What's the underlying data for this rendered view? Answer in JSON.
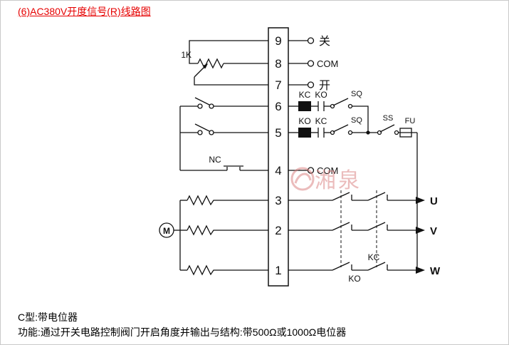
{
  "page": {
    "title": "(6)AC380V开度信号(R)线路图",
    "footer_line1": "C型:带电位器",
    "footer_line2": "功能:通过开关电路控制阀门开启角度并输出与结构:带500Ω或1000Ω电位器"
  },
  "colors": {
    "title_red": "#e60000",
    "watermark_pink": "#d97b7b",
    "line": "#111111"
  },
  "watermark": {
    "text": "湘泉"
  },
  "diagram": {
    "terminal_numbers": [
      "9",
      "8",
      "7",
      "6",
      "5",
      "4",
      "3",
      "2",
      "1"
    ],
    "labels": {
      "t9_right": "关",
      "t8_right": "COM",
      "t7_right": "开",
      "t4_right": "COM",
      "pot": "1K",
      "nc": "NC",
      "row6_coil": "KC",
      "row6_interlock": "KO",
      "row6_limit": "SQ",
      "row5_coil": "KO",
      "row5_interlock": "KC",
      "row5_limit": "SQ",
      "selector": "SS",
      "fuse": "FU",
      "motor": "M",
      "bank_kc": "KC",
      "bank_ko": "KO",
      "phase_u": "U",
      "phase_v": "V",
      "phase_w": "W"
    }
  }
}
